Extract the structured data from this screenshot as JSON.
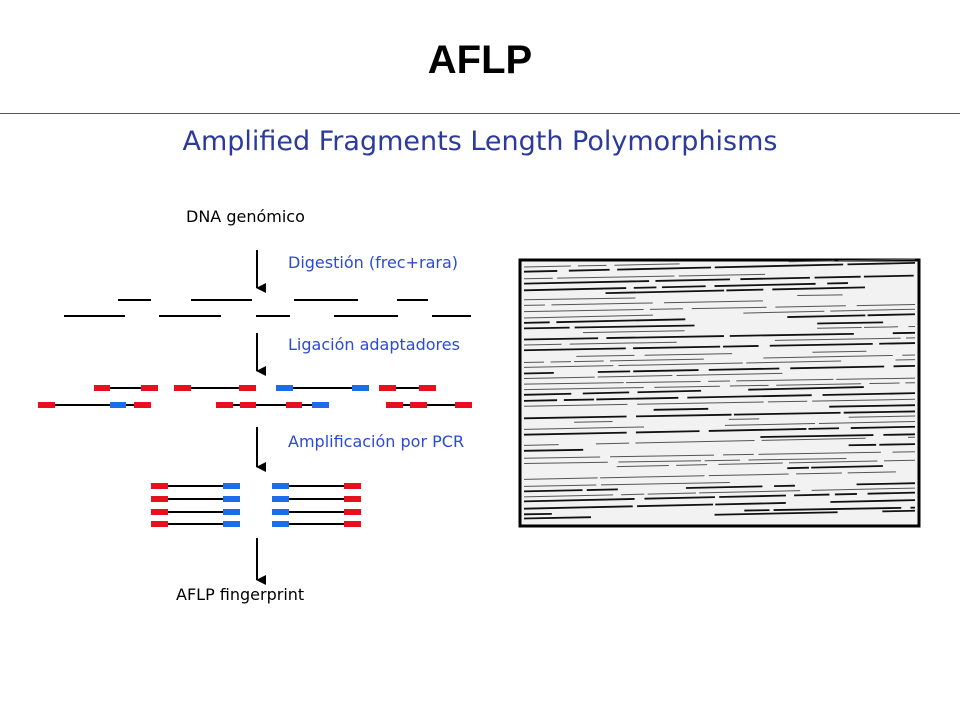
{
  "title": "AFLP",
  "subtitle": "Amplified Fragments Length Polymorphisms",
  "steps": {
    "start": "DNA genómico",
    "digestion": "Digestión (frec+rara)",
    "ligation": "Ligación adaptadores",
    "amplification": "Amplificación por PCR",
    "result": "AFLP fingerprint"
  },
  "colors": {
    "title": "#000000",
    "subtitle": "#2b3a9b",
    "step_label": "#2b4ad6",
    "adaptor_frequent": "#e8101c",
    "adaptor_rare": "#1a6ee8",
    "dna": "#000000"
  }
}
